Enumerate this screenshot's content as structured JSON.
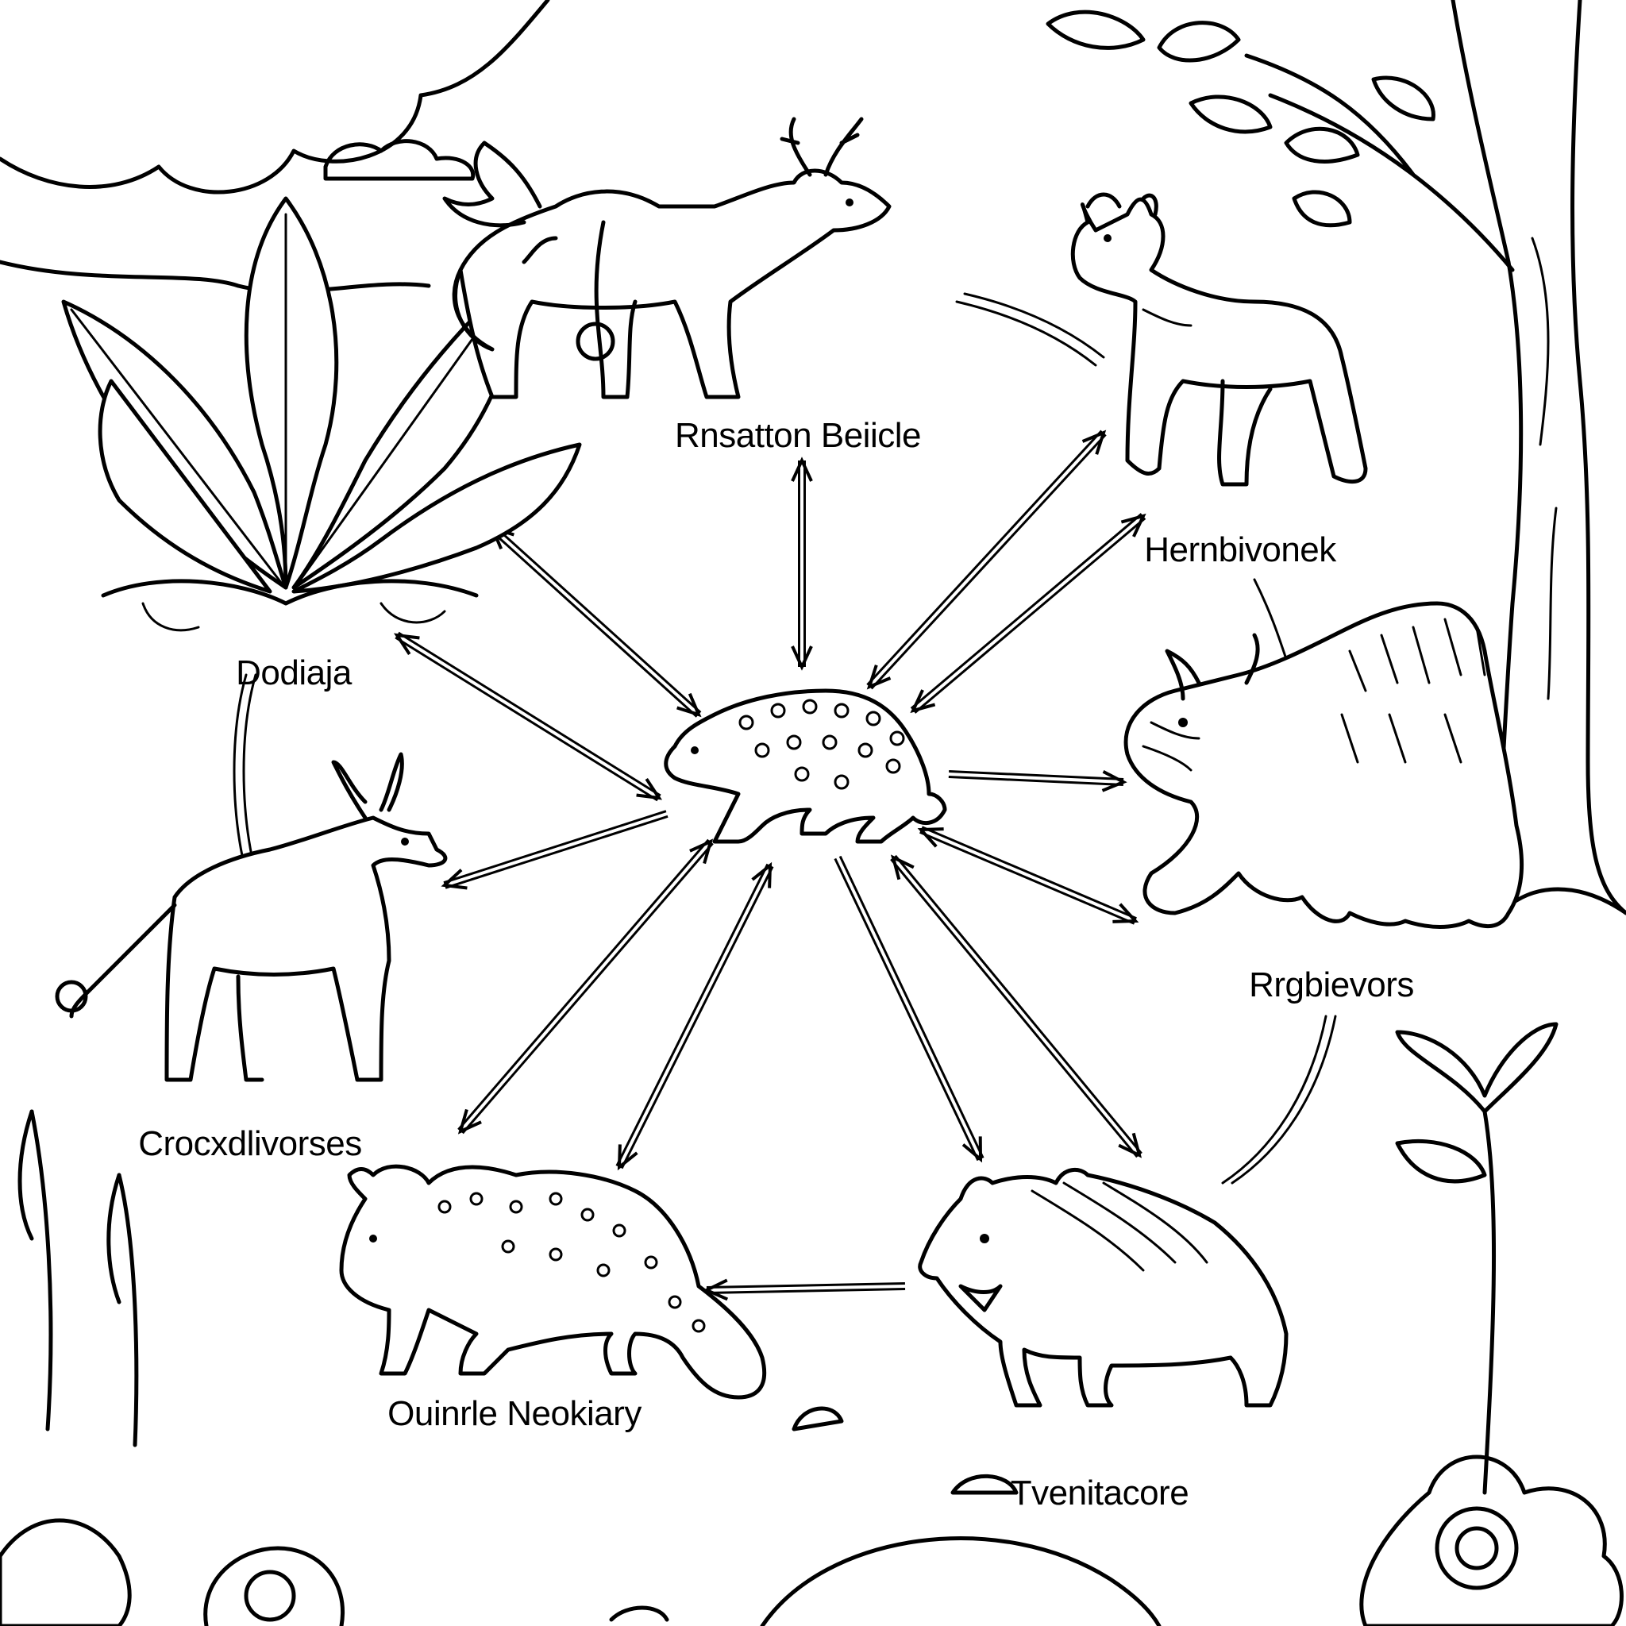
{
  "diagram": {
    "nodes": [
      {
        "id": "top",
        "label": "Rnsatton Beiicle",
        "icon": "deer-icon"
      },
      {
        "id": "plant",
        "label": "Dodiaja",
        "icon": "leafy-plant-icon"
      },
      {
        "id": "wolf",
        "label": "Hernbivonek",
        "icon": "wolf-icon"
      },
      {
        "id": "tiger",
        "label": "Rrgbievors",
        "icon": "tiger-icon"
      },
      {
        "id": "fox",
        "label": "Crocxdlivorses",
        "icon": "fox-icon"
      },
      {
        "id": "hyena",
        "label": "Ouinrle Neokiary",
        "icon": "hyena-icon"
      },
      {
        "id": "badger",
        "label": "Tvenitacore",
        "icon": "badger-icon"
      },
      {
        "id": "center",
        "label": "",
        "icon": "spotted-quoll-icon"
      }
    ],
    "edges": [
      {
        "from": "center",
        "to": "top",
        "style": "double-arrow"
      },
      {
        "from": "center",
        "to": "plant",
        "style": "double-arrow"
      },
      {
        "from": "center",
        "to": "wolf",
        "style": "double-arrow"
      },
      {
        "from": "center",
        "to": "tiger",
        "style": "double-arrow"
      },
      {
        "from": "center",
        "to": "fox",
        "style": "arrow"
      },
      {
        "from": "center",
        "to": "hyena",
        "style": "double-arrow"
      },
      {
        "from": "center",
        "to": "badger",
        "style": "double-arrow"
      },
      {
        "from": "badger",
        "to": "hyena",
        "style": "arrow"
      }
    ]
  },
  "style": {
    "ink": "#000000",
    "paper": "#ffffff"
  }
}
